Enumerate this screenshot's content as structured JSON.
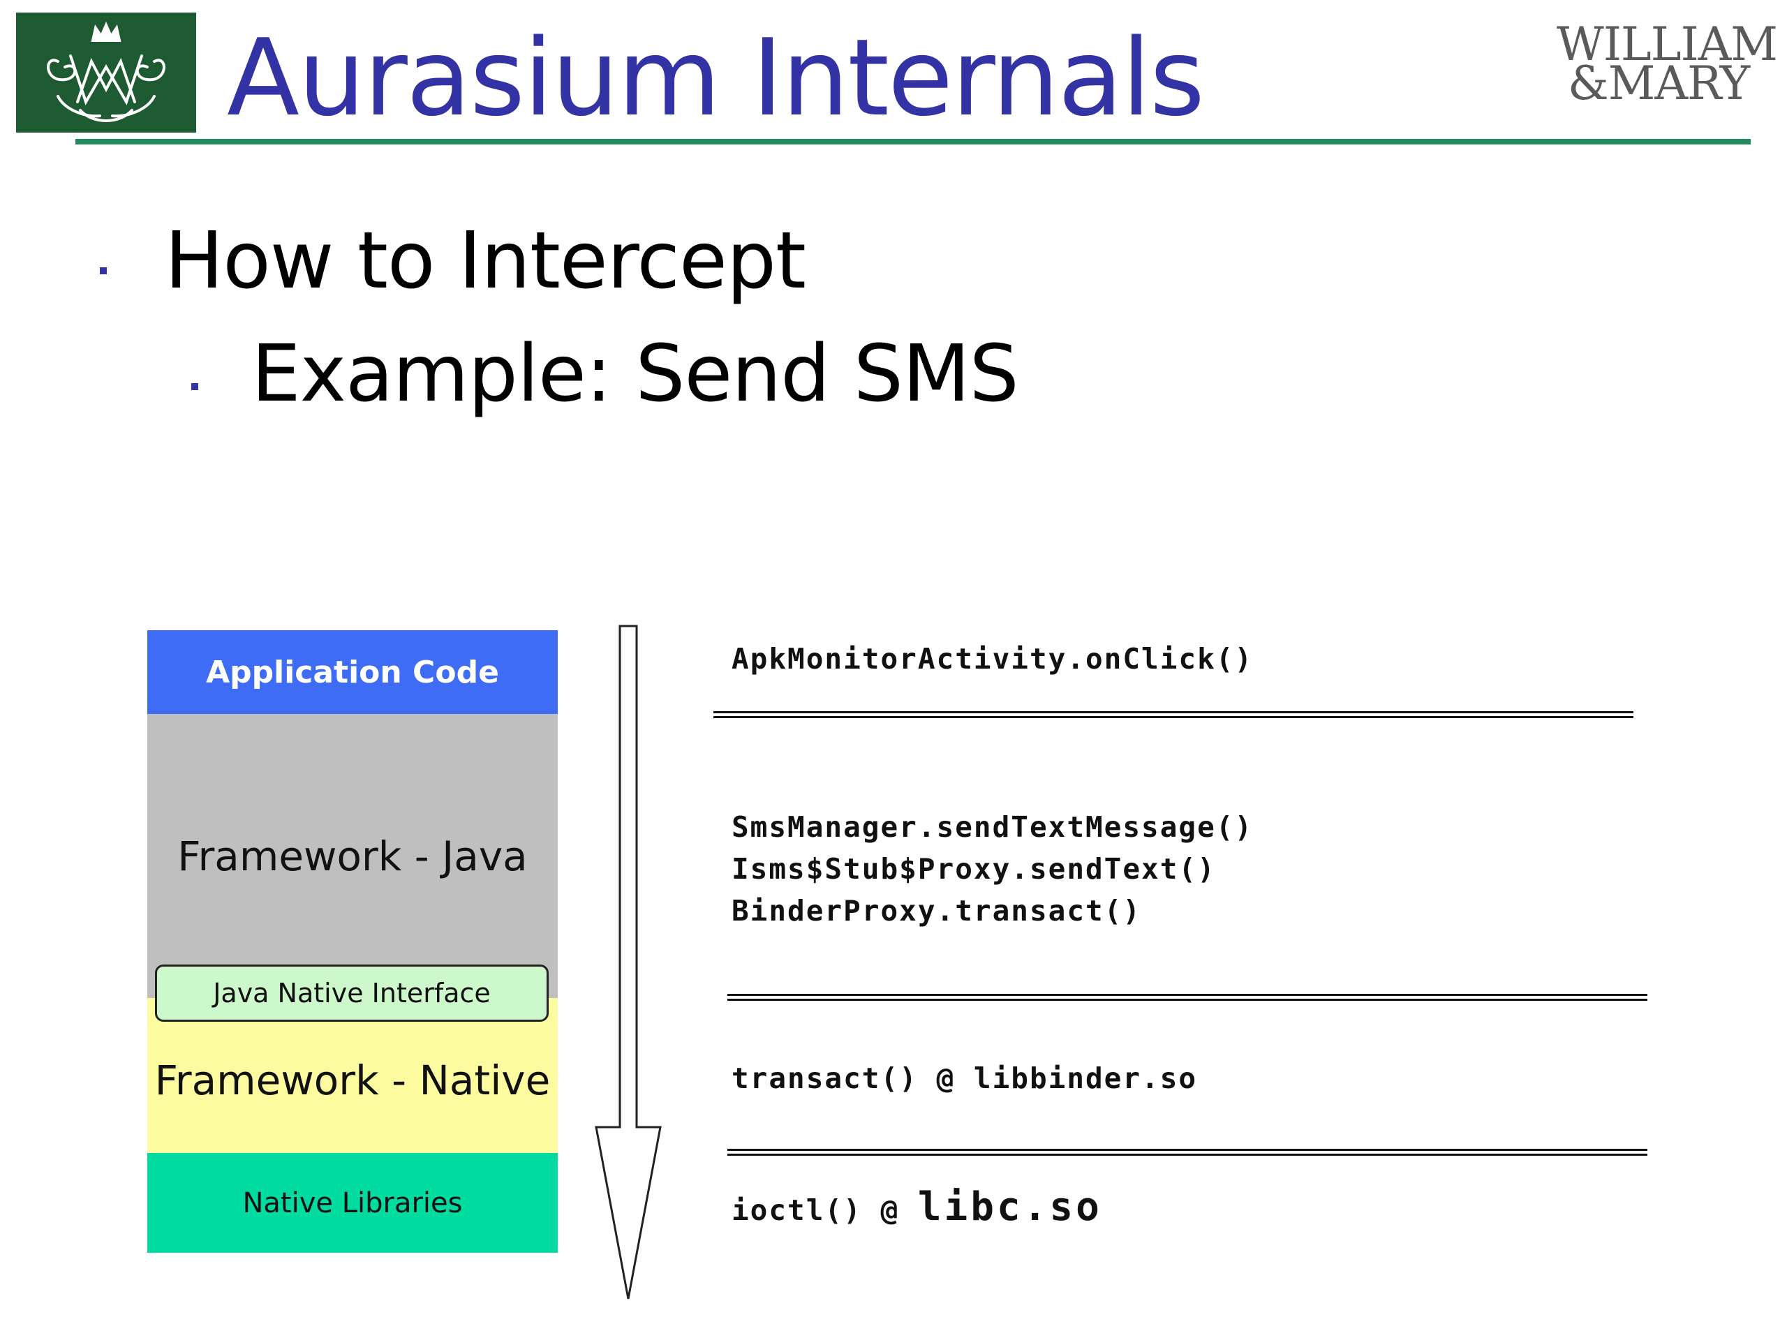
{
  "header": {
    "title": "Aurasium Internals",
    "institution_line1": "WILLIAM",
    "institution_line2": "&MARY",
    "logo_icon": "cypher-crest-icon",
    "colors": {
      "title": "#3333a6",
      "logo_bg": "#1e5a32",
      "rule": "#1f8a5c"
    }
  },
  "bullets": [
    {
      "text": "How to Intercept",
      "level": 1
    },
    {
      "text": "Example: Send SMS",
      "level": 2
    }
  ],
  "diagram": {
    "layers": [
      {
        "label": "Application Code",
        "color": "#3f6cf4"
      },
      {
        "label": "Framework - Java",
        "color": "#bfbfbf"
      },
      {
        "label": "Framework - Native",
        "color": "#fdfb9f"
      },
      {
        "label": "Native Libraries",
        "color": "#00dca0"
      }
    ],
    "jni_label": "Java Native Interface",
    "jni_color": "#ccf8cc",
    "arrow_icon": "down-arrow-icon",
    "calls": [
      {
        "lines": [
          "ApkMonitorActivity.onClick()"
        ]
      },
      {
        "lines": [
          "SmsManager.sendTextMessage()",
          "Isms$Stub$Proxy.sendText()",
          "BinderProxy.transact()"
        ]
      },
      {
        "lines": [
          "transact() @ libbinder.so"
        ]
      },
      {
        "prefix": "ioctl() @ ",
        "emphasis": "libc.so"
      }
    ]
  }
}
